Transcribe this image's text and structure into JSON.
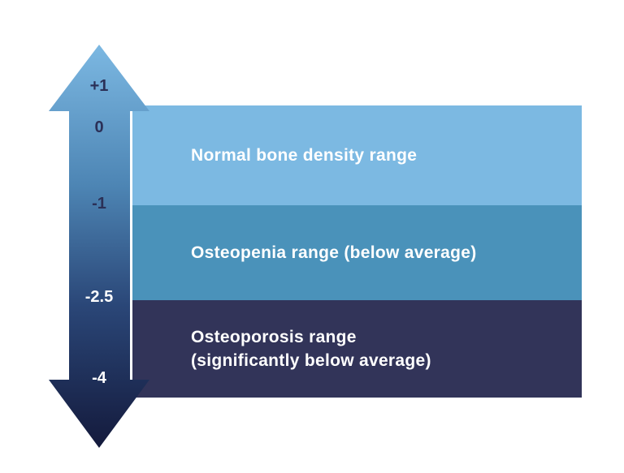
{
  "diagram": {
    "description": "Bone density T-score ranges diagram",
    "scale": {
      "ticks": [
        "+1",
        "0",
        "-1",
        "-2.5",
        "-4"
      ]
    },
    "bands": [
      {
        "label": "Normal bone density range",
        "color": "#7cb9e2",
        "range": [
          "0",
          "-1"
        ]
      },
      {
        "label": "Osteopenia range (below average)",
        "color": "#4a92ba",
        "range": [
          "-1",
          "-2.5"
        ]
      },
      {
        "label_line1": "Osteoporosis range",
        "label_line2": "(significantly below average)",
        "color": "#323459",
        "range": [
          "-2.5",
          "-4"
        ]
      }
    ],
    "arrow": {
      "gradient_top": "#7cb8e2",
      "gradient_mid1": "#4d85b4",
      "gradient_mid2": "#2a4677",
      "gradient_bottom": "#141a3c"
    }
  }
}
